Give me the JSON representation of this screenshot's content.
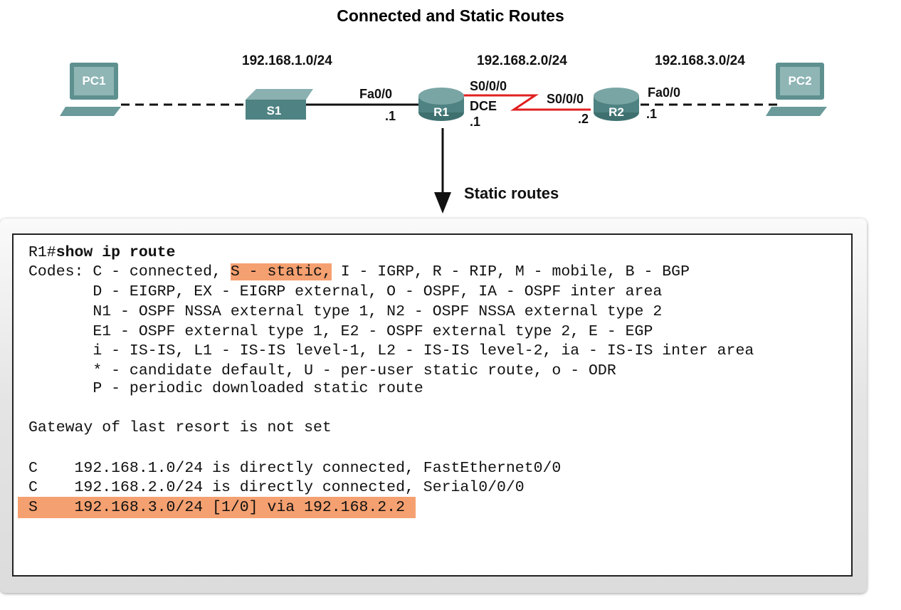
{
  "title": "Connected and Static Routes",
  "networks": [
    "192.168.1.0/24",
    "192.168.2.0/24",
    "192.168.3.0/24"
  ],
  "devices": {
    "pc1": "PC1",
    "s1": "S1",
    "r1": "R1",
    "r2": "R2",
    "pc2": "PC2"
  },
  "interfaces": {
    "r1_fa": "Fa0/0",
    "r1_fa_ip": ".1",
    "r1_s": "S0/0/0",
    "r1_dce": "DCE",
    "r1_s_ip": ".1",
    "r2_s": "S0/0/0",
    "r2_s_ip": ".2",
    "r2_fa": "Fa0/0",
    "r2_fa_ip": ".1"
  },
  "callout": "Static routes",
  "colors": {
    "highlight": "#f5a070",
    "serial_link": "#e02020"
  },
  "terminal": {
    "prompt": "R1#",
    "command": "show ip route",
    "codes_prefix": "Codes: C - connected, ",
    "codes_static": "S - static,",
    "codes_rest": " I - IGRP, R - RIP, M - mobile, B - BGP",
    "lines": [
      "       D - EIGRP, EX - EIGRP external, O - OSPF, IA - OSPF inter area",
      "       N1 - OSPF NSSA external type 1, N2 - OSPF NSSA external type 2",
      "       E1 - OSPF external type 1, E2 - OSPF external type 2, E - EGP",
      "       i - IS-IS, L1 - IS-IS level-1, L2 - IS-IS level-2, ia - IS-IS inter area",
      "       * - candidate default, U - per-user static route, o - ODR",
      "       P - periodic downloaded static route"
    ],
    "gateway": "Gateway of last resort is not set",
    "routes": [
      "C    192.168.1.0/24 is directly connected, FastEthernet0/0",
      "C    192.168.2.0/24 is directly connected, Serial0/0/0",
      "S    192.168.3.0/24 [1/0] via 192.168.2.2"
    ]
  }
}
